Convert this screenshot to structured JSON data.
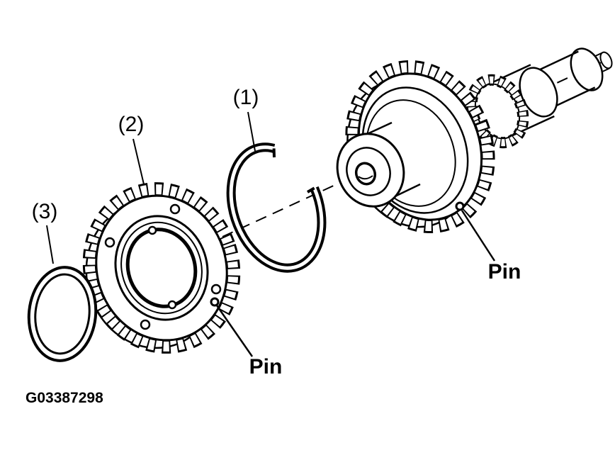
{
  "diagram": {
    "callouts": [
      {
        "label": "(1)"
      },
      {
        "label": "(2)"
      },
      {
        "label": "(3)"
      }
    ],
    "pin_labels": [
      {
        "label": "Pin"
      },
      {
        "label": "Pin"
      }
    ],
    "figure_id": "G03387298"
  },
  "colors": {
    "line": "#000000",
    "background": "#ffffff"
  }
}
